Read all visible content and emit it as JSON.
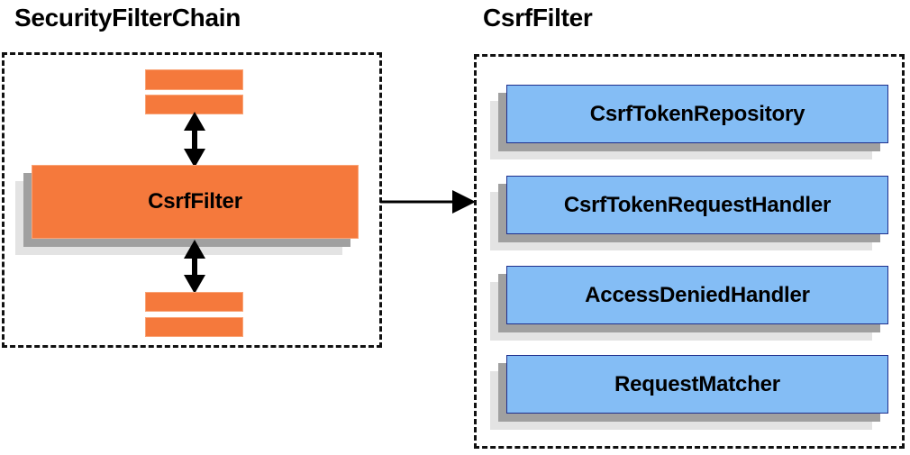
{
  "diagram": {
    "title_semantics": "Spring Security CsrfFilter collaboration diagram",
    "colors": {
      "orange_fill": "#f5793c",
      "orange_border": "#f9a477",
      "blue_fill": "#84bdf5",
      "blue_border": "#1f2f8c",
      "shadow_mid": "#a0a0a0",
      "shadow_back": "#e3e3e3",
      "outline": "#111111",
      "text": "#000000",
      "background": "#ffffff"
    }
  },
  "left_panel": {
    "title": "SecurityFilterChain",
    "filter": {
      "label": "CsrfFilter"
    },
    "upper_bars": [
      {
        "name": "filter-bar-above-1"
      },
      {
        "name": "filter-bar-above-2"
      }
    ],
    "lower_bars": [
      {
        "name": "filter-bar-below-1"
      },
      {
        "name": "filter-bar-below-2"
      }
    ],
    "arrows": [
      {
        "name": "arrow-chain-upper",
        "direction": "bidirectional"
      },
      {
        "name": "arrow-chain-lower",
        "direction": "bidirectional"
      }
    ]
  },
  "connector": {
    "name": "arrow-csrffilter-to-detail",
    "direction": "right"
  },
  "right_panel": {
    "title": "CsrfFilter",
    "components": [
      {
        "label": "CsrfTokenRepository"
      },
      {
        "label": "CsrfTokenRequestHandler"
      },
      {
        "label": "AccessDeniedHandler"
      },
      {
        "label": "RequestMatcher"
      }
    ]
  }
}
